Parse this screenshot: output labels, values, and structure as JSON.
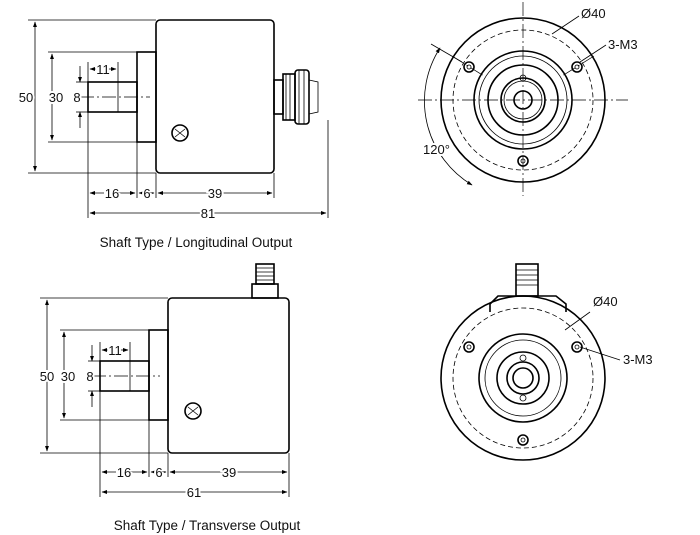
{
  "captions": {
    "top": "Shaft Type / Longitudinal Output",
    "bottom": "Shaft Type / Transverse Output"
  },
  "top_view": {
    "dims": {
      "height_outer": "50",
      "height_flange": "30",
      "shaft_dia": "8",
      "shaft_width": "11",
      "shaft_len": "16",
      "flange_len": "6",
      "body_len": "39",
      "total_len": "81"
    }
  },
  "top_front": {
    "diameter": "Ø40",
    "holes": "3-M3",
    "angle": "120°"
  },
  "bottom_view": {
    "dims": {
      "height_outer": "50",
      "height_flange": "30",
      "shaft_dia": "8",
      "shaft_width": "11",
      "shaft_len": "16",
      "flange_len": "6",
      "body_len": "39",
      "total_len": "61"
    }
  },
  "bottom_front": {
    "diameter": "Ø40",
    "holes": "3-M3"
  }
}
